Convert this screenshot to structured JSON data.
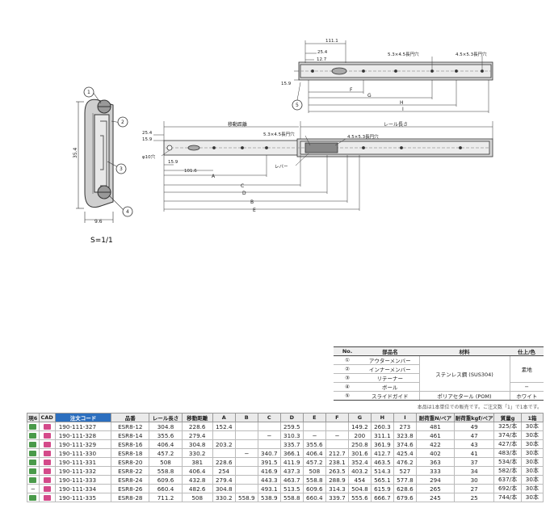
{
  "drawing": {
    "callouts": [
      "1",
      "2",
      "3",
      "4",
      "5"
    ],
    "section": {
      "height": "35.4",
      "width": "9.6",
      "scale": "S=1/1"
    },
    "top_rail": {
      "dims": [
        "111.1",
        "25.4",
        "12.7",
        "15.9"
      ],
      "hole_label_1": "5.3×4.5長円穴",
      "hole_label_2": "4.5×5.3長円穴",
      "letters": [
        "F",
        "G",
        "H",
        "I"
      ]
    },
    "bottom_rail": {
      "travel_label": "移動距離",
      "length_label": "レール長さ",
      "dims": [
        "25.4",
        "15.9",
        "15.9",
        "101.6"
      ],
      "hole_label_1": "5.3×4.5長円穴",
      "hole_label_2": "4.5×5.3長円穴",
      "hole_dia": "φ10穴",
      "lever_label": "レバー",
      "letters": [
        "A",
        "B",
        "C",
        "D",
        "E"
      ]
    }
  },
  "parts_table": {
    "headers": [
      "No.",
      "部品名",
      "材料",
      "仕上/色"
    ],
    "rows": [
      {
        "no": "①",
        "name": "アウターメンバー"
      },
      {
        "no": "②",
        "name": "インナーメンバー"
      },
      {
        "no": "③",
        "name": "リテーナー"
      },
      {
        "no": "④",
        "name": "ボール"
      },
      {
        "no": "⑤",
        "name": "スライドガイド"
      }
    ],
    "material_main": "ステンレス鋼 (SUS304)",
    "finish_main": "素地",
    "ball_finish": "−",
    "guide_material": "ポリアセタール (POM)",
    "guide_finish": "ホワイト"
  },
  "note": "本品は1本単位での販売です。ご注文数「1」で1本です。",
  "spec_table": {
    "headers": [
      "現6",
      "CAD",
      "注文コード",
      "品番",
      "レール長さ",
      "移動距離",
      "A",
      "B",
      "C",
      "D",
      "E",
      "F",
      "G",
      "H",
      "I",
      "耐荷重N/ペア",
      "耐荷重kgf/ペア",
      "質量g",
      "1箱"
    ],
    "rows": [
      [
        "190-111-327",
        "ESR8-12",
        "304.8",
        "228.6",
        "152.4",
        "",
        "",
        "259.5",
        "",
        "",
        "149.2",
        "260.3",
        "273",
        "481",
        "49",
        "325/本",
        "30本"
      ],
      [
        "190-111-328",
        "ESR8-14",
        "355.6",
        "279.4",
        "",
        "",
        "−",
        "310.3",
        "−",
        "−",
        "200",
        "311.1",
        "323.8",
        "461",
        "47",
        "374/本",
        "30本"
      ],
      [
        "190-111-329",
        "ESR8-16",
        "406.4",
        "304.8",
        "203.2",
        "",
        "",
        "335.7",
        "355.6",
        "",
        "250.8",
        "361.9",
        "374.6",
        "422",
        "43",
        "427/本",
        "30本"
      ],
      [
        "190-111-330",
        "ESR8-18",
        "457.2",
        "330.2",
        "",
        "−",
        "340.7",
        "366.1",
        "406.4",
        "212.7",
        "301.6",
        "412.7",
        "425.4",
        "402",
        "41",
        "483/本",
        "30本"
      ],
      [
        "190-111-331",
        "ESR8-20",
        "508",
        "381",
        "228.6",
        "",
        "391.5",
        "411.9",
        "457.2",
        "238.1",
        "352.4",
        "463.5",
        "476.2",
        "363",
        "37",
        "534/本",
        "30本"
      ],
      [
        "190-111-332",
        "ESR8-22",
        "558.8",
        "406.4",
        "254",
        "",
        "416.9",
        "437.3",
        "508",
        "263.5",
        "403.2",
        "514.3",
        "527",
        "333",
        "34",
        "582/本",
        "30本"
      ],
      [
        "190-111-333",
        "ESR8-24",
        "609.6",
        "432.8",
        "279.4",
        "",
        "443.3",
        "463.7",
        "558.8",
        "288.9",
        "454",
        "565.1",
        "577.8",
        "294",
        "30",
        "637/本",
        "30本"
      ],
      [
        "190-111-334",
        "ESR8-26",
        "660.4",
        "482.6",
        "304.8",
        "",
        "493.1",
        "513.5",
        "609.6",
        "314.3",
        "504.8",
        "615.9",
        "628.6",
        "265",
        "27",
        "692/本",
        "30本"
      ],
      [
        "190-111-335",
        "ESR8-28",
        "711.2",
        "508",
        "330.2",
        "558.9",
        "538.9",
        "558.8",
        "660.4",
        "339.7",
        "555.6",
        "666.7",
        "679.6",
        "245",
        "25",
        "744/本",
        "30本"
      ]
    ],
    "first_col": [
      "ok",
      "ok",
      "ok",
      "ok",
      "ok",
      "ok",
      "ok",
      "−",
      "ok"
    ]
  }
}
